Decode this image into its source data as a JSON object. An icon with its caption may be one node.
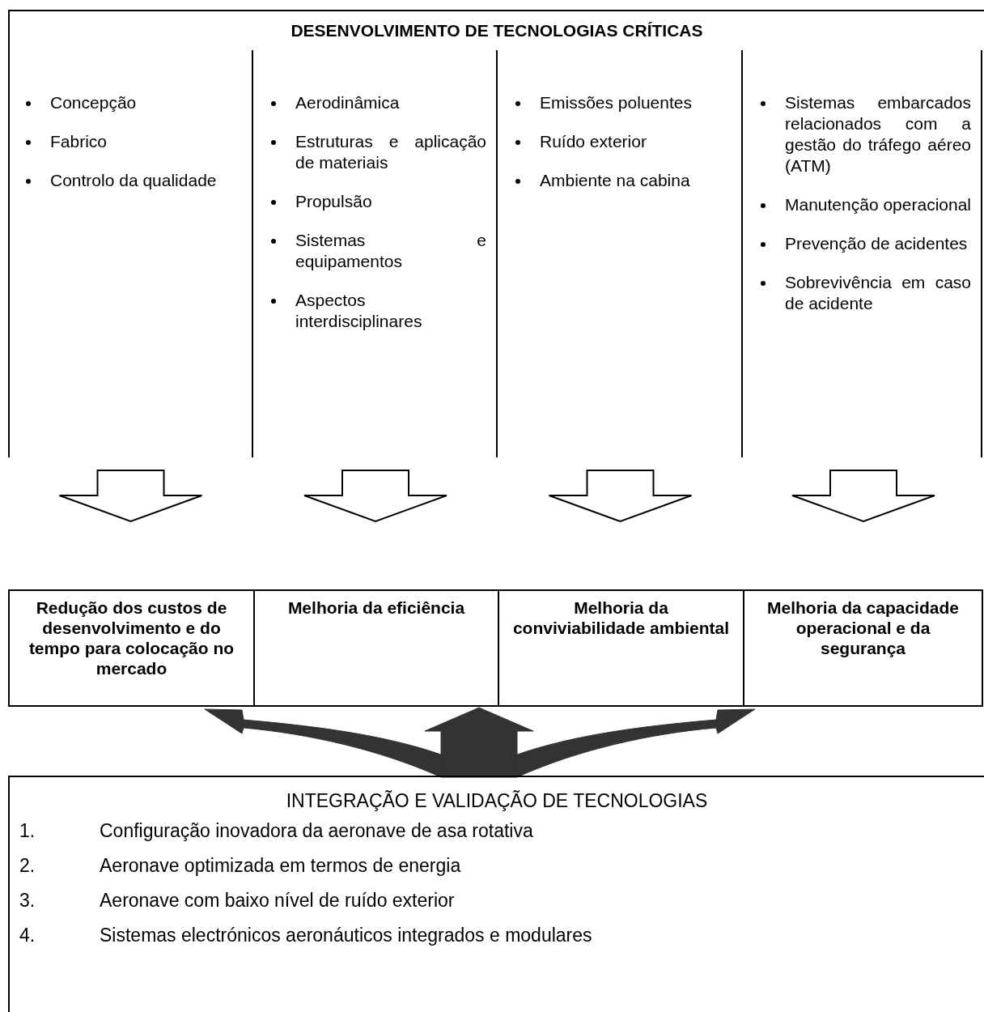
{
  "diagram": {
    "nodes": [
      {
        "text": [
          "DESENVOLVIMENTO DE TECNOLOGIAS CRÍTICAS"
        ]
      },
      {
        "text": [
          "Concepção",
          "Fabrico",
          "Controlo da qualidade"
        ],
        "in": 0
      },
      {
        "text": [
          "Aerodinâmica",
          "Estruturas e aplicação de materiais",
          "Propulsão",
          "Sistemas e equipamentos",
          "Aspectos interdisciplinares"
        ],
        "in": 0
      },
      {
        "text": [
          "Emissões poluentes",
          "Ruído exterior",
          "Ambiente na cabina"
        ],
        "in": 0
      },
      {
        "text": [
          "Sistemas embarcados relacionados com a gestão do tráfego aéreo (ATM)",
          "Manutenção operacional",
          "Prevenção de acidentes",
          "Sobrevivência em caso de acidente"
        ],
        "in": 0
      },
      {
        "text": [
          "Redução dos custos de desenvolvimento e do tempo para colocação no mercado"
        ]
      },
      {
        "text": [
          "Melhoria da eficiência"
        ]
      },
      {
        "text": [
          "Melhoria da conviviabilidade ambiental"
        ]
      },
      {
        "text": [
          "Melhoria da capacidade operacional e da segurança"
        ]
      },
      {
        "text": [
          "INTEGRAÇÃO E VALIDAÇÃO DE TECNOLOGIAS",
          "1. Configuração inovadora da aeronave de asa rotativa",
          "2. Aeronave optimizada em termos de energia",
          "3. Aeronave com baixo nível de ruído exterior",
          "4. Sistemas electrónicos aeronáuticos integrados e modulares"
        ]
      }
    ],
    "edges": [
      {
        "from": 1,
        "to": 5,
        "arrow": "to"
      },
      {
        "from": 2,
        "to": 6,
        "arrow": "to"
      },
      {
        "from": 3,
        "to": 7,
        "arrow": "to"
      },
      {
        "from": 4,
        "to": 8,
        "arrow": "to"
      },
      {
        "from": 9,
        "to": 5,
        "arrow": "to",
        "style": "thick",
        "color": "#333333"
      },
      {
        "from": 9,
        "to": 6,
        "arrow": "to",
        "style": "thick",
        "color": "#333333"
      },
      {
        "from": 9,
        "to": 8,
        "arrow": "to",
        "style": "thick",
        "color": "#333333"
      }
    ]
  }
}
